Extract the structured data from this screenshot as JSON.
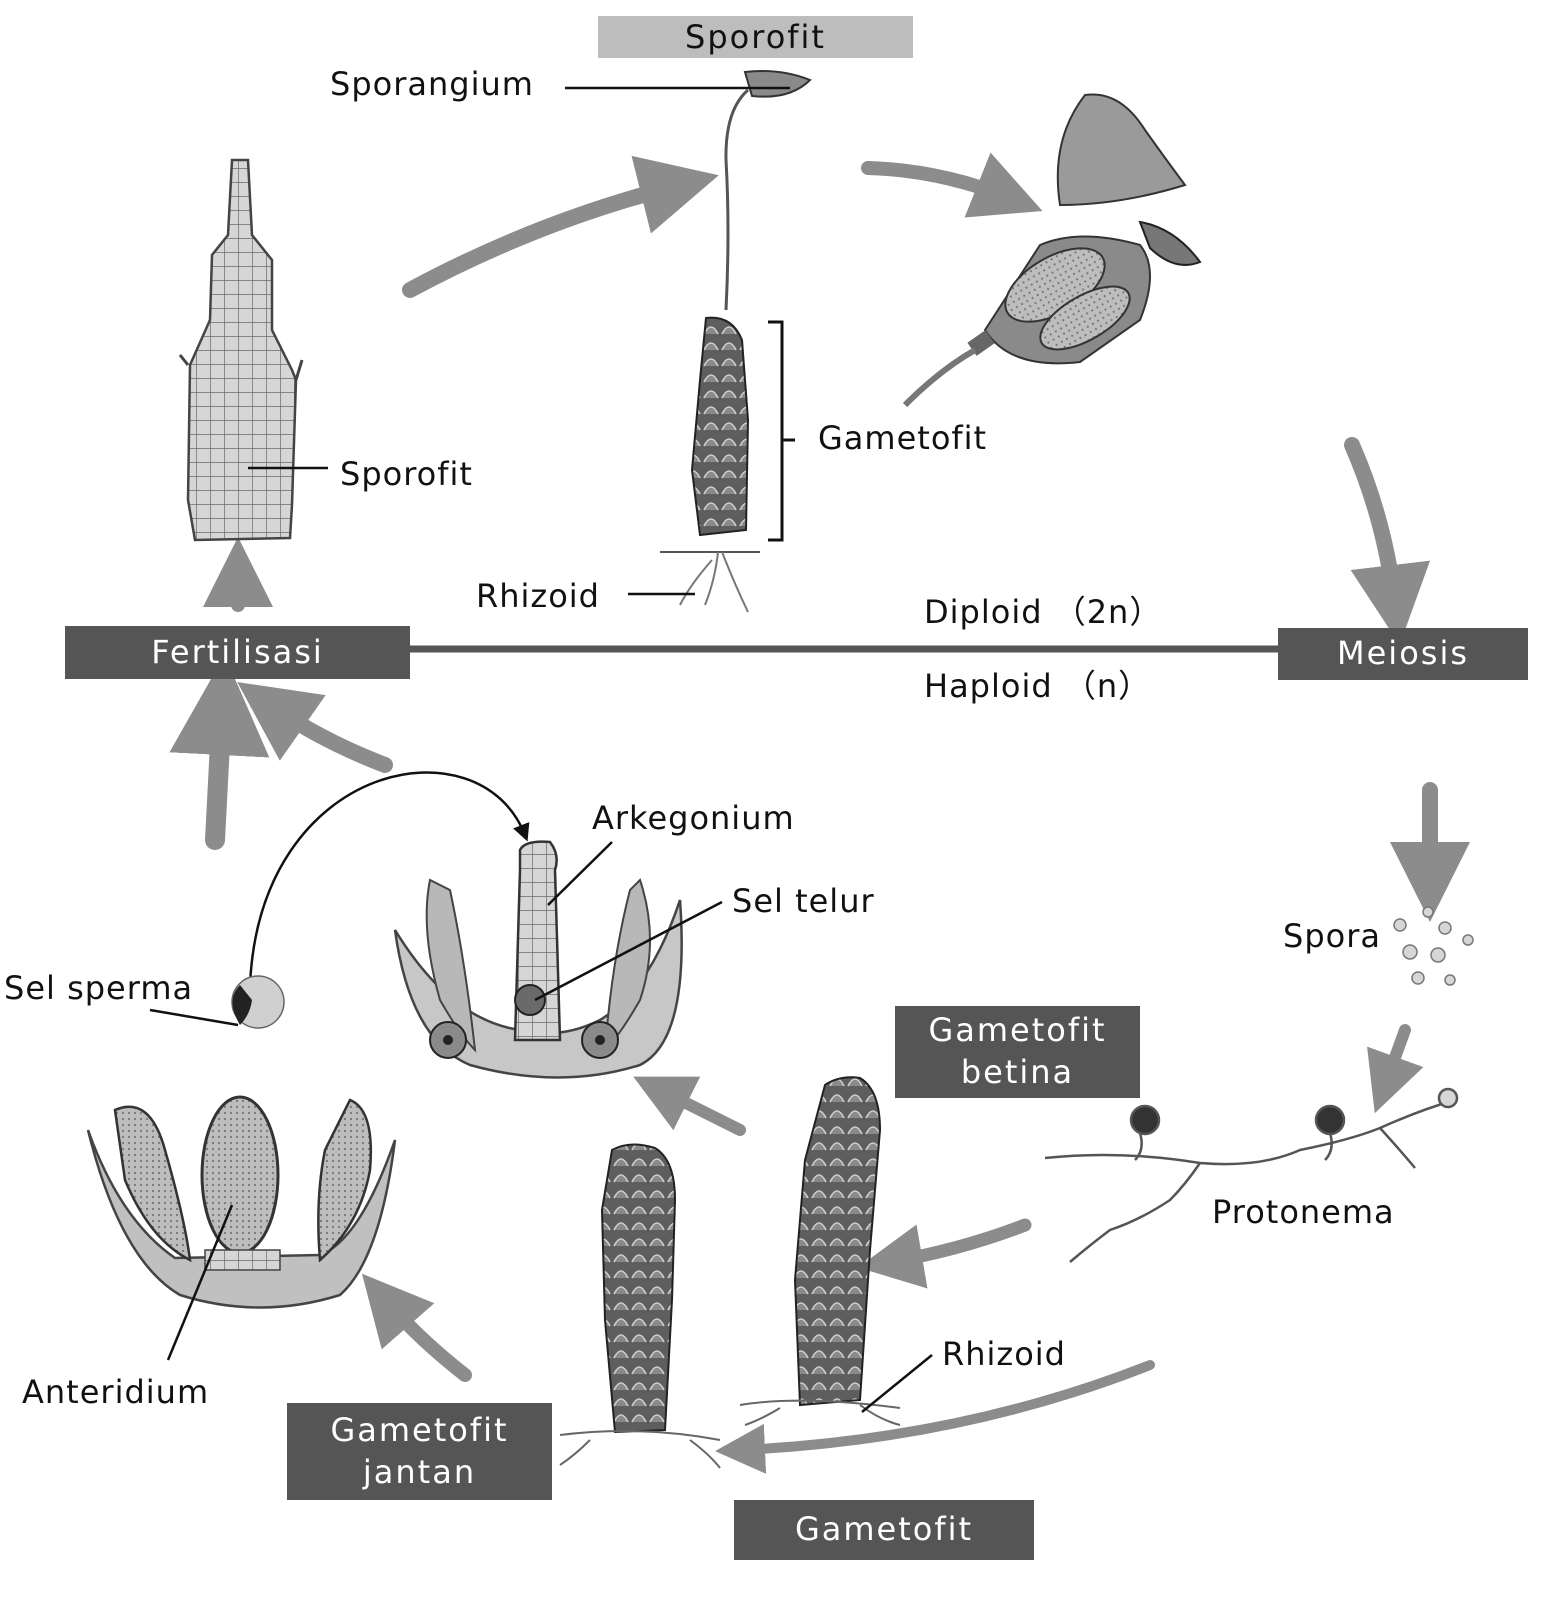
{
  "title": "Sporofit",
  "phases": {
    "fertilization": "Fertilisasi",
    "meiosis": "Meiosis",
    "diploid": "Diploid （2n）",
    "haploid": "Haploid （n）"
  },
  "labels": {
    "sporangium": "Sporangium",
    "gametophyte_mature": "Gametofit",
    "rhizoid_top": "Rhizoid",
    "sporophyte_young": "Sporofit",
    "archegonium": "Arkegonium",
    "egg_cell": "Sel   telur",
    "sperm_cell": "Sel   sperma",
    "antheridium": "Anteridium",
    "spore": "Spora",
    "protonema": "Protonema",
    "rhizoid_bottom": "Rhizoid"
  },
  "boxes": {
    "female_line1": "Gametofit",
    "female_line2": "betina",
    "male_line1": "Gametofit",
    "male_line2": "jantan",
    "gametophyte": "Gametofit"
  },
  "colors": {
    "box_dark": "#555555",
    "box_light": "#bdbdbd",
    "arrow": "#8c8c8c",
    "plant_dark": "#3a3a3a",
    "plant_mid": "#8a8a8a",
    "plant_light": "#cfcfcf"
  }
}
